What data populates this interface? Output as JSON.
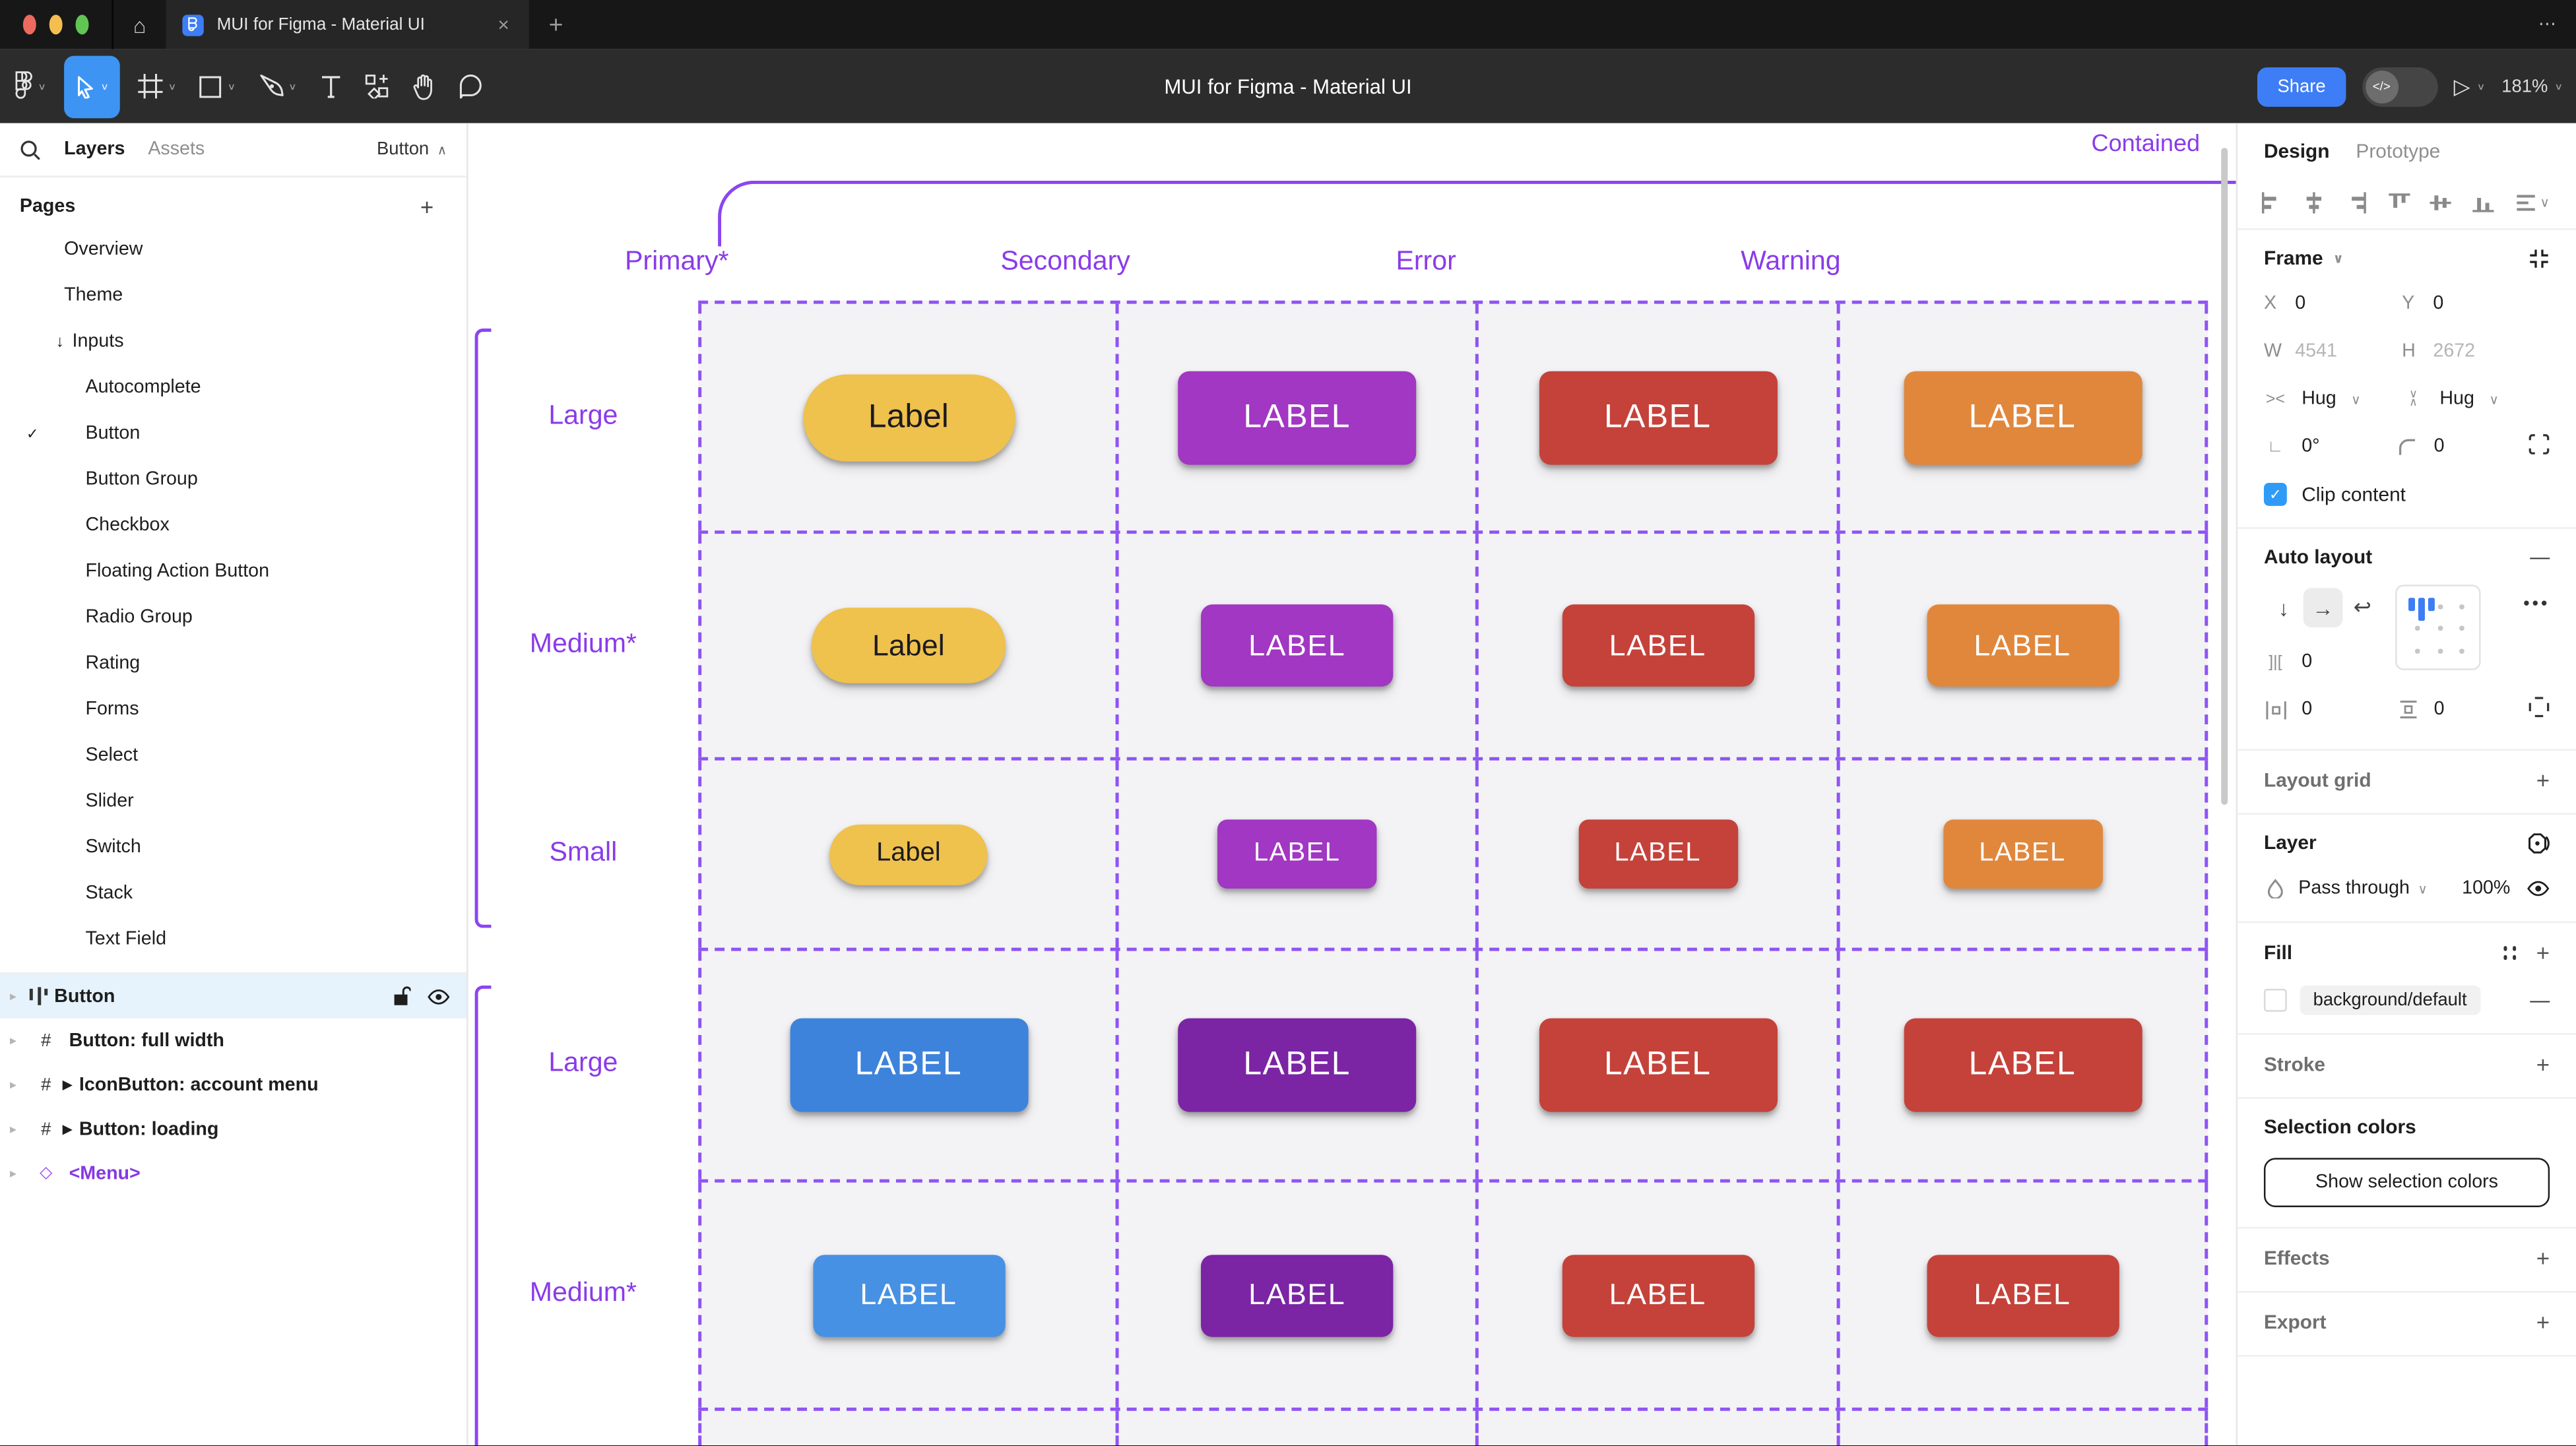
{
  "glyphs": {
    "chevron_down": "∨",
    "chevron_up": "∧",
    "ellipsis": "⋯",
    "dots3": "•••",
    "plus": "+",
    "minus": "—",
    "close": "×",
    "check": "✓",
    "arrow_down": "↓",
    "arrow_right": "→",
    "wrap": "↩",
    "play": "▷",
    "home": "⌂",
    "gap": "]|[",
    "hug_h": "><",
    "degree": "0°",
    "angle": "∟"
  },
  "colors": {
    "figma_blue": "#3d7df5",
    "tool_blue": "#3e94f2",
    "checkbox_blue": "#2f9bf7",
    "traffic_red": "#ec6a5e",
    "traffic_yellow": "#f5bf4f",
    "traffic_green": "#61c554"
  },
  "window": {
    "tab": {
      "title": "MUI for Figma - Material UI"
    },
    "toolbar_title": "MUI for Figma - Material UI",
    "share_label": "Share",
    "dev_toggle_label": "</>",
    "zoom_level": "181%"
  },
  "left_sidebar": {
    "tab_layers": "Layers",
    "tab_assets": "Assets",
    "page_chip": "Button",
    "pages_header": "Pages",
    "pages": [
      {
        "label": "Overview",
        "cls": "ind0"
      },
      {
        "label": "Theme",
        "cls": "ind0"
      },
      {
        "label": "Inputs",
        "cls": "ind0",
        "arrow": "↓"
      },
      {
        "label": "Autocomplete",
        "cls": "ind1"
      },
      {
        "label": "Button",
        "cls": "ind1",
        "check": "✓"
      },
      {
        "label": "Button Group",
        "cls": "ind1"
      },
      {
        "label": "Checkbox",
        "cls": "ind1"
      },
      {
        "label": "Floating Action Button",
        "cls": "ind1"
      },
      {
        "label": "Radio Group",
        "cls": "ind1"
      },
      {
        "label": "Rating",
        "cls": "ind1"
      },
      {
        "label": "Forms",
        "cls": "ind1"
      },
      {
        "label": "Select",
        "cls": "ind1"
      },
      {
        "label": "Slider",
        "cls": "ind1"
      },
      {
        "label": "Switch",
        "cls": "ind1"
      },
      {
        "label": "Stack",
        "cls": "ind1"
      },
      {
        "label": "Text Field",
        "cls": "ind1"
      }
    ],
    "layers": [
      {
        "label": "Button",
        "icon": "auto",
        "cls": "selected",
        "meta": "show"
      },
      {
        "label": "Button: full width",
        "icon": "frame"
      },
      {
        "label": "IconButton: account menu",
        "icon": "frame",
        "comp": "▶"
      },
      {
        "label": "Button: loading",
        "icon": "frame",
        "comp": "▶"
      },
      {
        "label": "<Menu>",
        "icon": "diamond",
        "cls": "purple"
      }
    ]
  },
  "canvas": {
    "frame_title": "Contained",
    "columns": [
      {
        "cls": "c0",
        "label": "Primary*"
      },
      {
        "cls": "c1",
        "label": "Secondary"
      },
      {
        "cls": "c2",
        "label": "Error"
      },
      {
        "cls": "c3",
        "label": "Warning"
      }
    ],
    "rows": [
      {
        "cls": "r0",
        "label": "Large",
        "buttons": [
          {
            "cell": "c0",
            "btn": "lg pill",
            "text": "Label",
            "bg": "#efc14d",
            "fg": "#1d1b20"
          },
          {
            "cell": "c1",
            "btn": "lg",
            "text": "LABEL",
            "bg": "#a137c2",
            "fg": "#ffffff"
          },
          {
            "cell": "c2",
            "btn": "lg",
            "text": "LABEL",
            "bg": "#c4423a",
            "fg": "#ffffff"
          },
          {
            "cell": "c3",
            "btn": "lg",
            "text": "LABEL",
            "bg": "#e1873c",
            "fg": "#ffffff"
          }
        ]
      },
      {
        "cls": "r1",
        "label": "Medium*",
        "buttons": [
          {
            "cell": "c0",
            "btn": "md pill",
            "text": "Label",
            "bg": "#efc14d",
            "fg": "#1d1b20"
          },
          {
            "cell": "c1",
            "btn": "md",
            "text": "LABEL",
            "bg": "#a137c2",
            "fg": "#ffffff"
          },
          {
            "cell": "c2",
            "btn": "md",
            "text": "LABEL",
            "bg": "#c4423a",
            "fg": "#ffffff"
          },
          {
            "cell": "c3",
            "btn": "md",
            "text": "LABEL",
            "bg": "#e1873c",
            "fg": "#ffffff"
          }
        ]
      },
      {
        "cls": "r2",
        "label": "Small",
        "buttons": [
          {
            "cell": "c0",
            "btn": "sm pill",
            "text": "Label",
            "bg": "#efc14d",
            "fg": "#1d1b20"
          },
          {
            "cell": "c1",
            "btn": "sm",
            "text": "LABEL",
            "bg": "#a137c2",
            "fg": "#ffffff"
          },
          {
            "cell": "c2",
            "btn": "sm",
            "text": "LABEL",
            "bg": "#c4423a",
            "fg": "#ffffff"
          },
          {
            "cell": "c3",
            "btn": "sm",
            "text": "LABEL",
            "bg": "#e1873c",
            "fg": "#ffffff"
          }
        ]
      },
      {
        "cls": "r3",
        "label": "Large",
        "buttons": [
          {
            "cell": "c0",
            "btn": "lg",
            "text": "LABEL",
            "bg": "#3d83db",
            "fg": "#ffffff"
          },
          {
            "cell": "c1",
            "btn": "lg",
            "text": "LABEL",
            "bg": "#7b24a4",
            "fg": "#ffffff"
          },
          {
            "cell": "c2",
            "btn": "lg",
            "text": "LABEL",
            "bg": "#c4423a",
            "fg": "#ffffff"
          },
          {
            "cell": "c3",
            "btn": "lg",
            "text": "LABEL",
            "bg": "#c4423a",
            "fg": "#ffffff"
          }
        ]
      },
      {
        "cls": "r4",
        "label": "Medium*",
        "buttons": [
          {
            "cell": "c0",
            "btn": "md",
            "text": "LABEL",
            "bg": "#4791e4",
            "fg": "#ffffff"
          },
          {
            "cell": "c1",
            "btn": "md",
            "text": "LABEL",
            "bg": "#7b24a4",
            "fg": "#ffffff"
          },
          {
            "cell": "c2",
            "btn": "md",
            "text": "LABEL",
            "bg": "#c4423a",
            "fg": "#ffffff"
          },
          {
            "cell": "c3",
            "btn": "md",
            "text": "LABEL",
            "bg": "#c4423a",
            "fg": "#ffffff"
          }
        ]
      }
    ]
  },
  "right_panel": {
    "tab_design": "Design",
    "tab_prototype": "Prototype",
    "frame": {
      "title": "Frame",
      "x_label": "X",
      "x": "0",
      "y_label": "Y",
      "y": "0",
      "w_label": "W",
      "w": "4541",
      "h_label": "H",
      "h": "2672",
      "hug_h": "Hug",
      "hug_v": "Hug",
      "rotation": "0°",
      "radius": "0",
      "clip_label": "Clip content"
    },
    "auto_layout": {
      "title": "Auto layout",
      "gap": "0",
      "pad_h": "0",
      "pad_v": "0"
    },
    "layout_grid": {
      "title": "Layout grid"
    },
    "layer": {
      "title": "Layer",
      "blend": "Pass through",
      "opacity": "100%"
    },
    "fill": {
      "title": "Fill",
      "value": "background/default"
    },
    "stroke": {
      "title": "Stroke"
    },
    "selection_colors": {
      "title": "Selection colors",
      "button": "Show selection colors"
    },
    "effects": {
      "title": "Effects"
    },
    "export": {
      "title": "Export"
    }
  }
}
